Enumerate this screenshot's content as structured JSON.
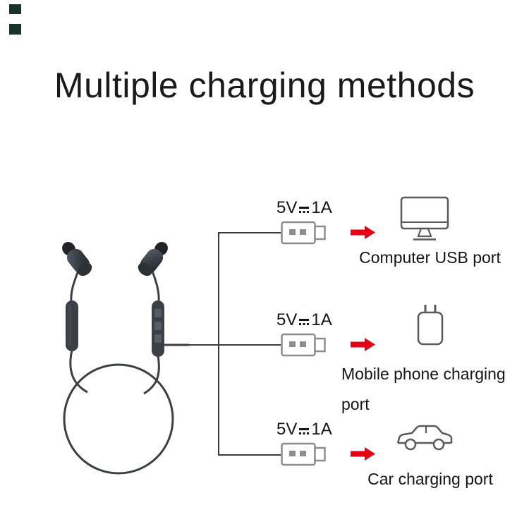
{
  "title": "Multiple charging methods",
  "methods": [
    {
      "volts": "5V",
      "amps": "1A",
      "device_icon": "computer-monitor-icon",
      "label_lines": [
        "Computer USB port"
      ]
    },
    {
      "volts": "5V",
      "amps": "1A",
      "device_icon": "phone-charger-icon",
      "label_lines": [
        "Mobile phone charging",
        "port"
      ]
    },
    {
      "volts": "5V",
      "amps": "1A",
      "device_icon": "car-icon",
      "label_lines": [
        "Car charging port"
      ]
    }
  ],
  "icons": [
    "usb-plug-icon",
    "red-arrow-icon",
    "dc-symbol-icon",
    "earphones-illustration"
  ],
  "colors": {
    "accent_red": "#e60012",
    "connector_line": "#3a3a3a",
    "device_icon_gray": "#5a5a5a",
    "usb_plug_gray": "#8d8d8d",
    "earphone_dark": "#3a4046",
    "text": "#151515",
    "edge_artifact": "#17332c",
    "background": "#ffffff"
  }
}
